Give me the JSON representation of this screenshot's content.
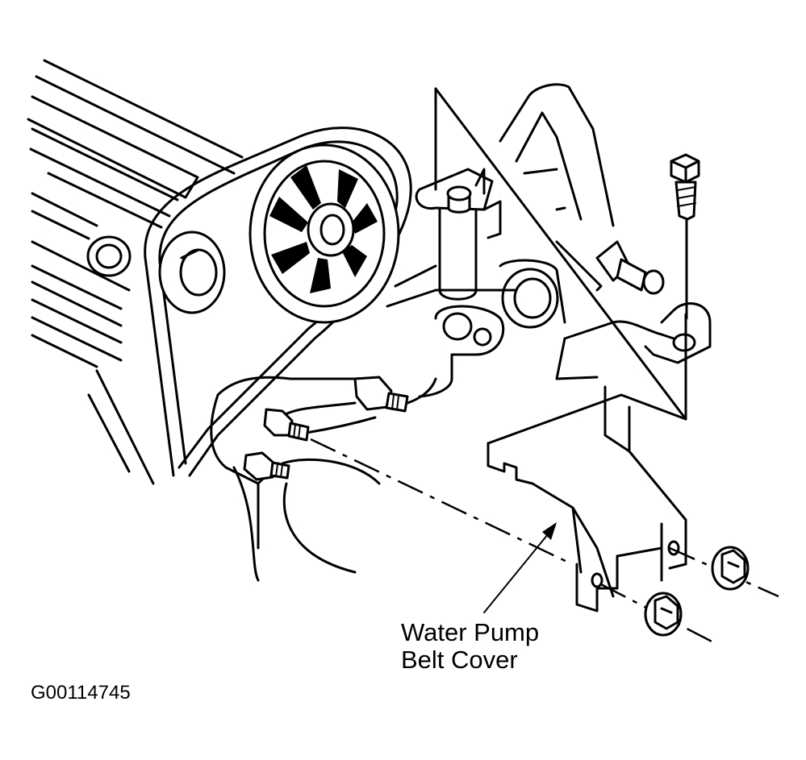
{
  "callout": {
    "line1": "Water Pump",
    "line2": "Belt Cover"
  },
  "figure_id": "G00114745"
}
